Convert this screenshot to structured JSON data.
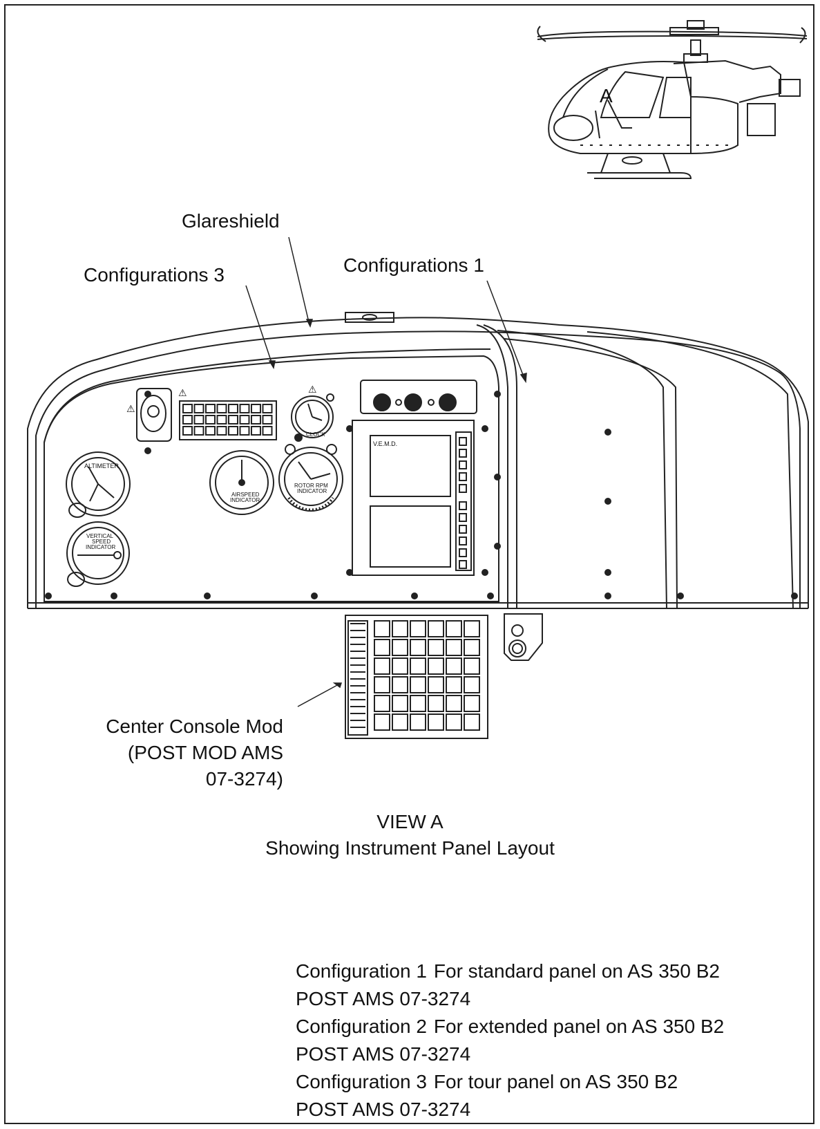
{
  "labels": {
    "glareshield": "Glareshield",
    "config3": "Configurations 3",
    "config1": "Configurations 1",
    "console_lines": [
      "Center Console Mod",
      "(POST MOD AMS",
      "07-3274)"
    ]
  },
  "caption": {
    "view": "VIEW A",
    "subtitle": "Showing Instrument Panel Layout"
  },
  "panel_marks": {
    "callout_letter": "A",
    "altimeter": "ALTIMETER",
    "vertical_speed": [
      "VERTICAL",
      "SPEED",
      "INDICATOR"
    ],
    "airspeed": [
      "AIRSPEED",
      "INDICATOR"
    ],
    "rotor_rpm": [
      "ROTOR RPM",
      "INDICATOR"
    ],
    "clock": "CLOCK",
    "vemd": "V.E.M.D.",
    "warning_glyph": "⚠"
  },
  "notes": [
    {
      "config": "Configuration 1",
      "desc": "For standard panel on AS 350 B2",
      "post": "POST AMS 07-3274"
    },
    {
      "config": "Configuration 2",
      "desc": "For extended panel on AS 350 B2",
      "post": "POST AMS 07-3274"
    },
    {
      "config": "Configuration 3",
      "desc": "For tour panel on AS 350 B2",
      "post": "POST AMS 07-3274"
    }
  ]
}
